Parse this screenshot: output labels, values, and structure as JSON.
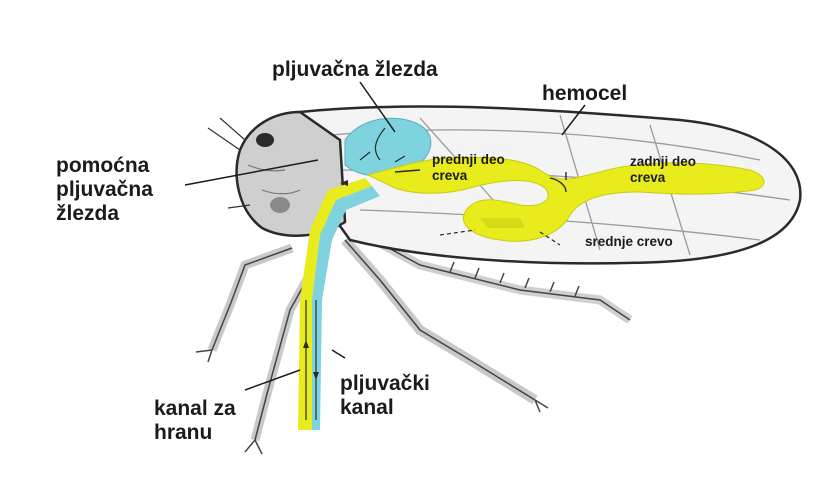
{
  "colors": {
    "food_canal": "#e8ec1c",
    "salivary": "#7fd3df",
    "outline": "#2a2a2a",
    "body_grey": "#bdbdbd",
    "wing": "#f4f4f4"
  },
  "labels": {
    "salivary_gland": "pljuvačna žlezda",
    "hemocoel": "hemocel",
    "accessory_gland": "pomoćna\npljuvačna\nžlezda",
    "foregut": "prednji deo\ncreva",
    "hindgut": "zadnji deo\ncreva",
    "midgut": "srednje crevo",
    "salivary_canal": "pljuvački\nkanal",
    "food_canal": "kanal za\nhranu"
  }
}
